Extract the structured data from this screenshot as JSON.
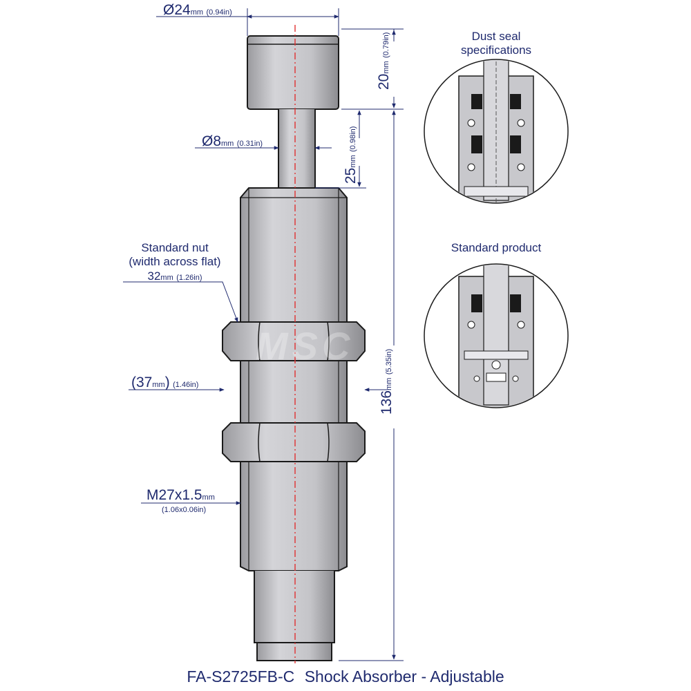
{
  "dimensions": {
    "top_diameter": {
      "value": "Ø24",
      "unit": "mm",
      "alt": "(0.94in)"
    },
    "rod_diameter": {
      "value": "Ø8",
      "unit": "mm",
      "alt": "(0.31in)"
    },
    "cap_height": {
      "value": "20",
      "unit": "mm",
      "alt": "(0.79in)"
    },
    "stroke": {
      "value": "25",
      "unit": "mm",
      "alt": "(0.98in)"
    },
    "body_length": {
      "value": "136",
      "unit": "mm",
      "alt": "(5.35in)"
    },
    "nut_across_corners": {
      "value": "(37",
      "unit": "mm",
      "close": ")",
      "alt": "(1.46in)"
    },
    "thread": {
      "value": "M27x1.5",
      "unit": "mm",
      "alt": "(1.06x0.06in)"
    }
  },
  "nut_note": {
    "line1": "Standard nut",
    "line2": "(width across flat)",
    "value": "32",
    "unit": "mm",
    "alt": "(1.26in)"
  },
  "details": {
    "dust_seal": {
      "line1": "Dust seal",
      "line2": "specifications"
    },
    "standard": {
      "line1": "Standard product"
    }
  },
  "watermark": "MSC",
  "title": {
    "part_number": "FA-S2725FB-C",
    "description": "Shock Absorber - Adjustable"
  },
  "colors": {
    "label": "#1f2a6e",
    "body_fill": "#c8c8cc",
    "outline": "#1a1a1a",
    "centerline": "#e03030",
    "dimension_line": "#1f2a6e"
  }
}
